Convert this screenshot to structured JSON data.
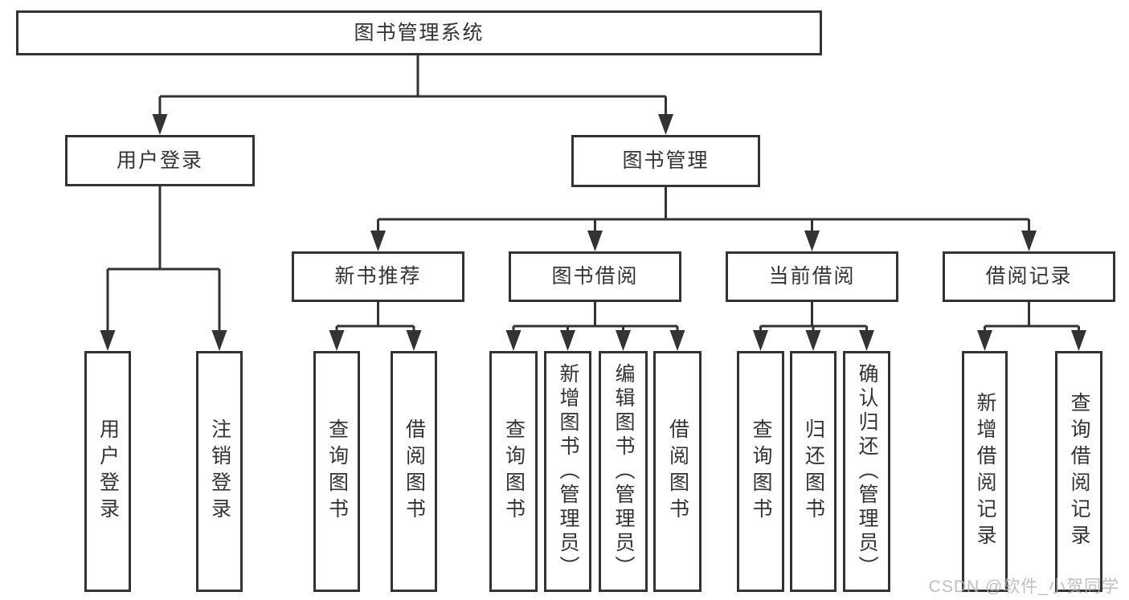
{
  "title": "图书管理系统",
  "tree": {
    "root": {
      "label": "图书管理系统"
    },
    "branches": [
      {
        "label": "用户登录",
        "children": [
          {
            "label": "用户登录"
          },
          {
            "label": "注销登录"
          }
        ]
      },
      {
        "label": "图书管理",
        "groups": [
          {
            "label": "新书推荐",
            "children": [
              {
                "label": "查询图书"
              },
              {
                "label": "借阅图书"
              }
            ]
          },
          {
            "label": "图书借阅",
            "children": [
              {
                "label": "查询图书"
              },
              {
                "label": "新增图书（管理员）"
              },
              {
                "label": "编辑图书（管理员）"
              },
              {
                "label": "借阅图书"
              }
            ]
          },
          {
            "label": "当前借阅",
            "children": [
              {
                "label": "查询图书"
              },
              {
                "label": "归还图书"
              },
              {
                "label": "确认归还（管理员）"
              }
            ]
          },
          {
            "label": "借阅记录",
            "children": [
              {
                "label": "新增借阅记录"
              },
              {
                "label": "查询借阅记录"
              }
            ]
          }
        ]
      }
    ]
  },
  "watermark": {
    "text": "CSDN @软件_小贺同学",
    "color": "#b5b5b5"
  },
  "colors": {
    "line": "#333333",
    "border": "#333333",
    "text": "#333333",
    "background": "#ffffff"
  }
}
